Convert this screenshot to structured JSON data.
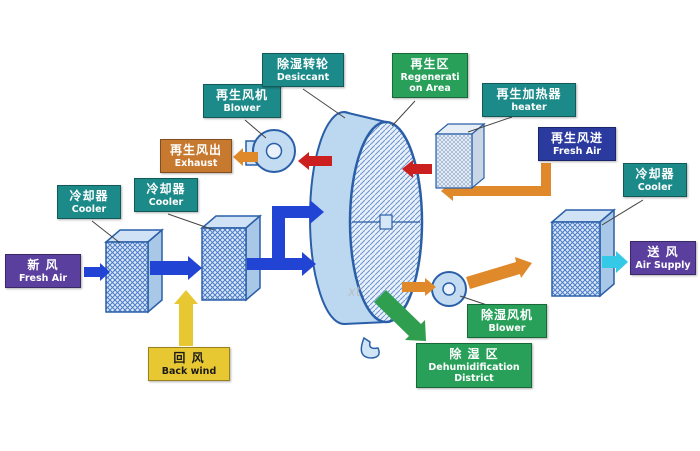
{
  "diagram": {
    "title_hint": "desiccant wheel dehumidification system",
    "labels": {
      "fresh_air_in": {
        "zh": "新 风",
        "en": "Fresh Air"
      },
      "cooler_left_1": {
        "zh": "冷却器",
        "en": "Cooler"
      },
      "cooler_left_2": {
        "zh": "冷却器",
        "en": "Cooler"
      },
      "back_wind": {
        "zh": "回 风",
        "en": "Back wind"
      },
      "regen_blower": {
        "zh": "再生风机",
        "en": "Blower"
      },
      "exhaust": {
        "zh": "再生风出",
        "en": "Exhaust"
      },
      "desiccant_wheel": {
        "zh": "除湿转轮",
        "en": "Desiccant"
      },
      "regen_area": {
        "zh": "再生区",
        "en_line1": "Regenerati",
        "en_line2": "on Area"
      },
      "regen_heater": {
        "zh": "再生加热器",
        "en": "heater"
      },
      "regen_fresh_air": {
        "zh": "再生风进",
        "en": "Fresh Air"
      },
      "cooler_right": {
        "zh": "冷却器",
        "en": "Cooler"
      },
      "air_supply": {
        "zh": "送 风",
        "en": "Air Supply"
      },
      "dehumid_blower": {
        "zh": "除湿风机",
        "en": "Blower"
      },
      "dehumid_district": {
        "zh": "除 湿 区",
        "en_line1": "Dehumidification",
        "en_line2": "District"
      }
    },
    "watermark": "xt",
    "colors": {
      "label_teal": "#1d8a8a",
      "label_green": "#28a05a",
      "label_purple": "#5a3f9e",
      "label_dark_blue": "#2b3a9e",
      "label_orange": "#c6792f",
      "label_yellow": "#e8c832",
      "arrow_blue": "#2244d4",
      "arrow_yellow": "#e8c832",
      "arrow_red": "#cc2020",
      "arrow_orange": "#e0892a",
      "arrow_cyan": "#35c9e8",
      "arrow_green": "#2f9e4f",
      "machine_fill": "#c3dcf2",
      "machine_outline": "#2a5fa8",
      "leader_line": "#444444"
    }
  }
}
